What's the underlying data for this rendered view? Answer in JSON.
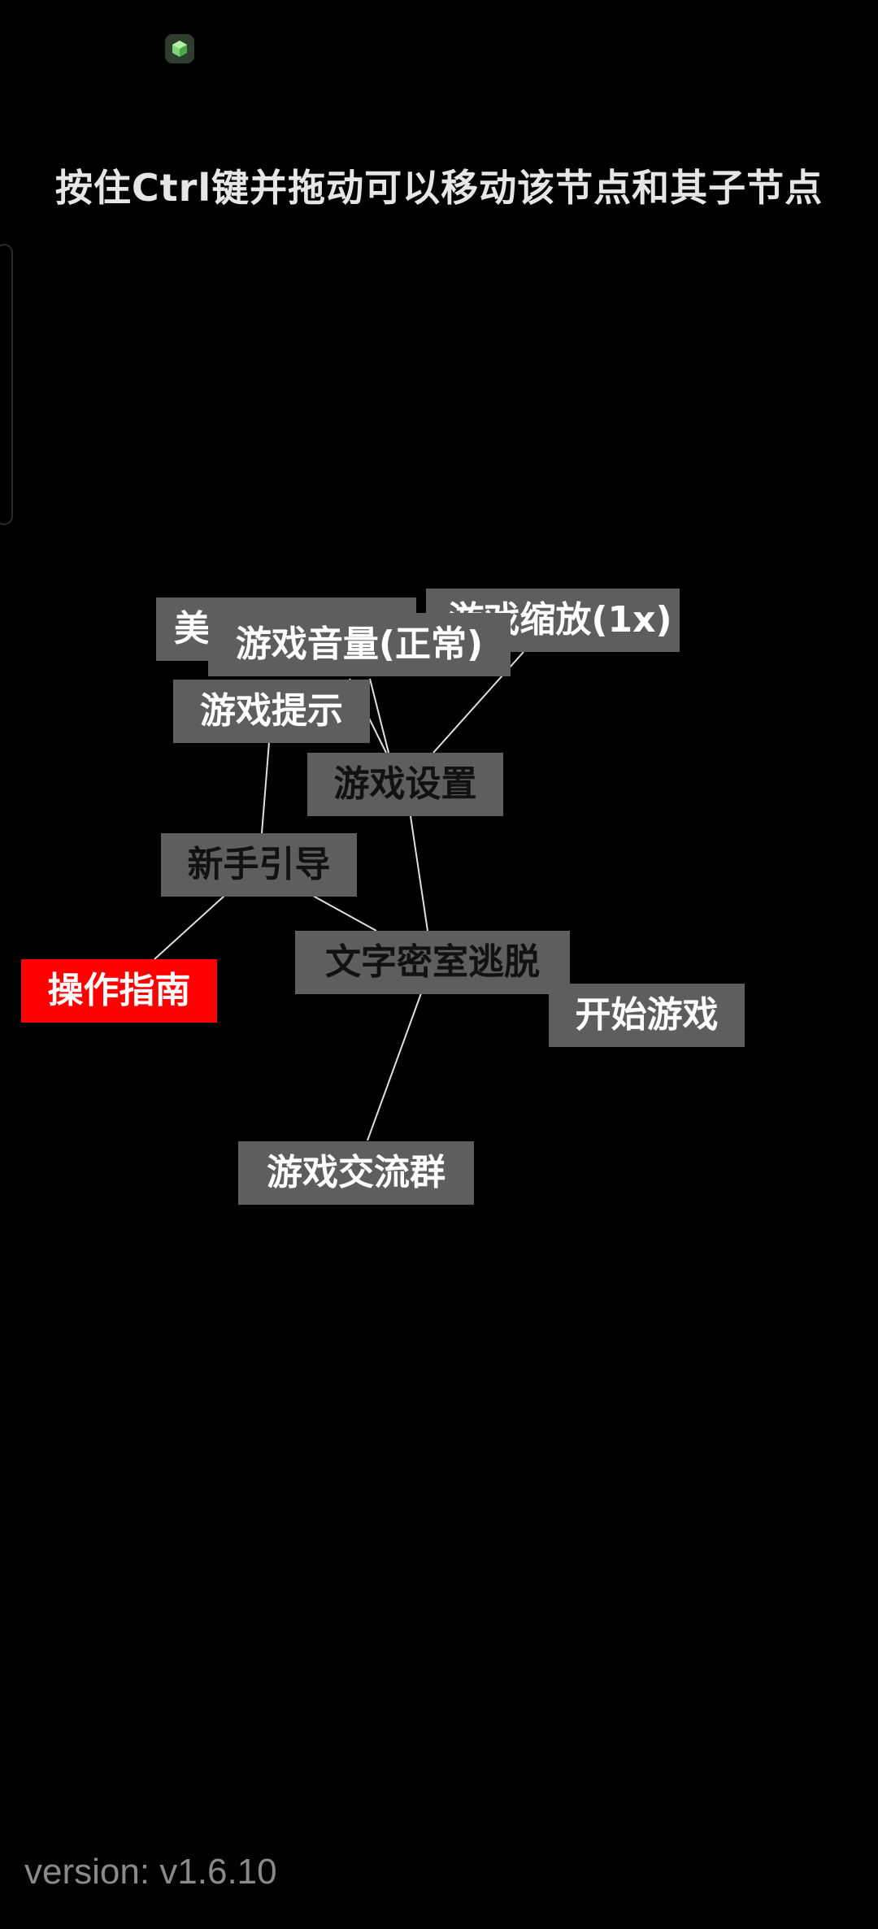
{
  "hint_text": "按住Ctrl键并拖动可以移动该节点和其子节点",
  "nodes": {
    "hidden_left": "美",
    "zoom": "游戏缩放(1x)",
    "volume": "游戏音量(正常)",
    "tips": "游戏提示",
    "settings": "游戏设置",
    "tutorial": "新手引导",
    "guide": "操作指南",
    "root": "文字密室逃脱",
    "start": "开始游戏",
    "community": "游戏交流群"
  },
  "version": "version: v1.6.10",
  "icons": {
    "app": "cube-app-icon"
  },
  "colors": {
    "background": "#000000",
    "node": "#5e5e5e",
    "active_node": "#ff0000",
    "link": "#e0e0e0"
  }
}
